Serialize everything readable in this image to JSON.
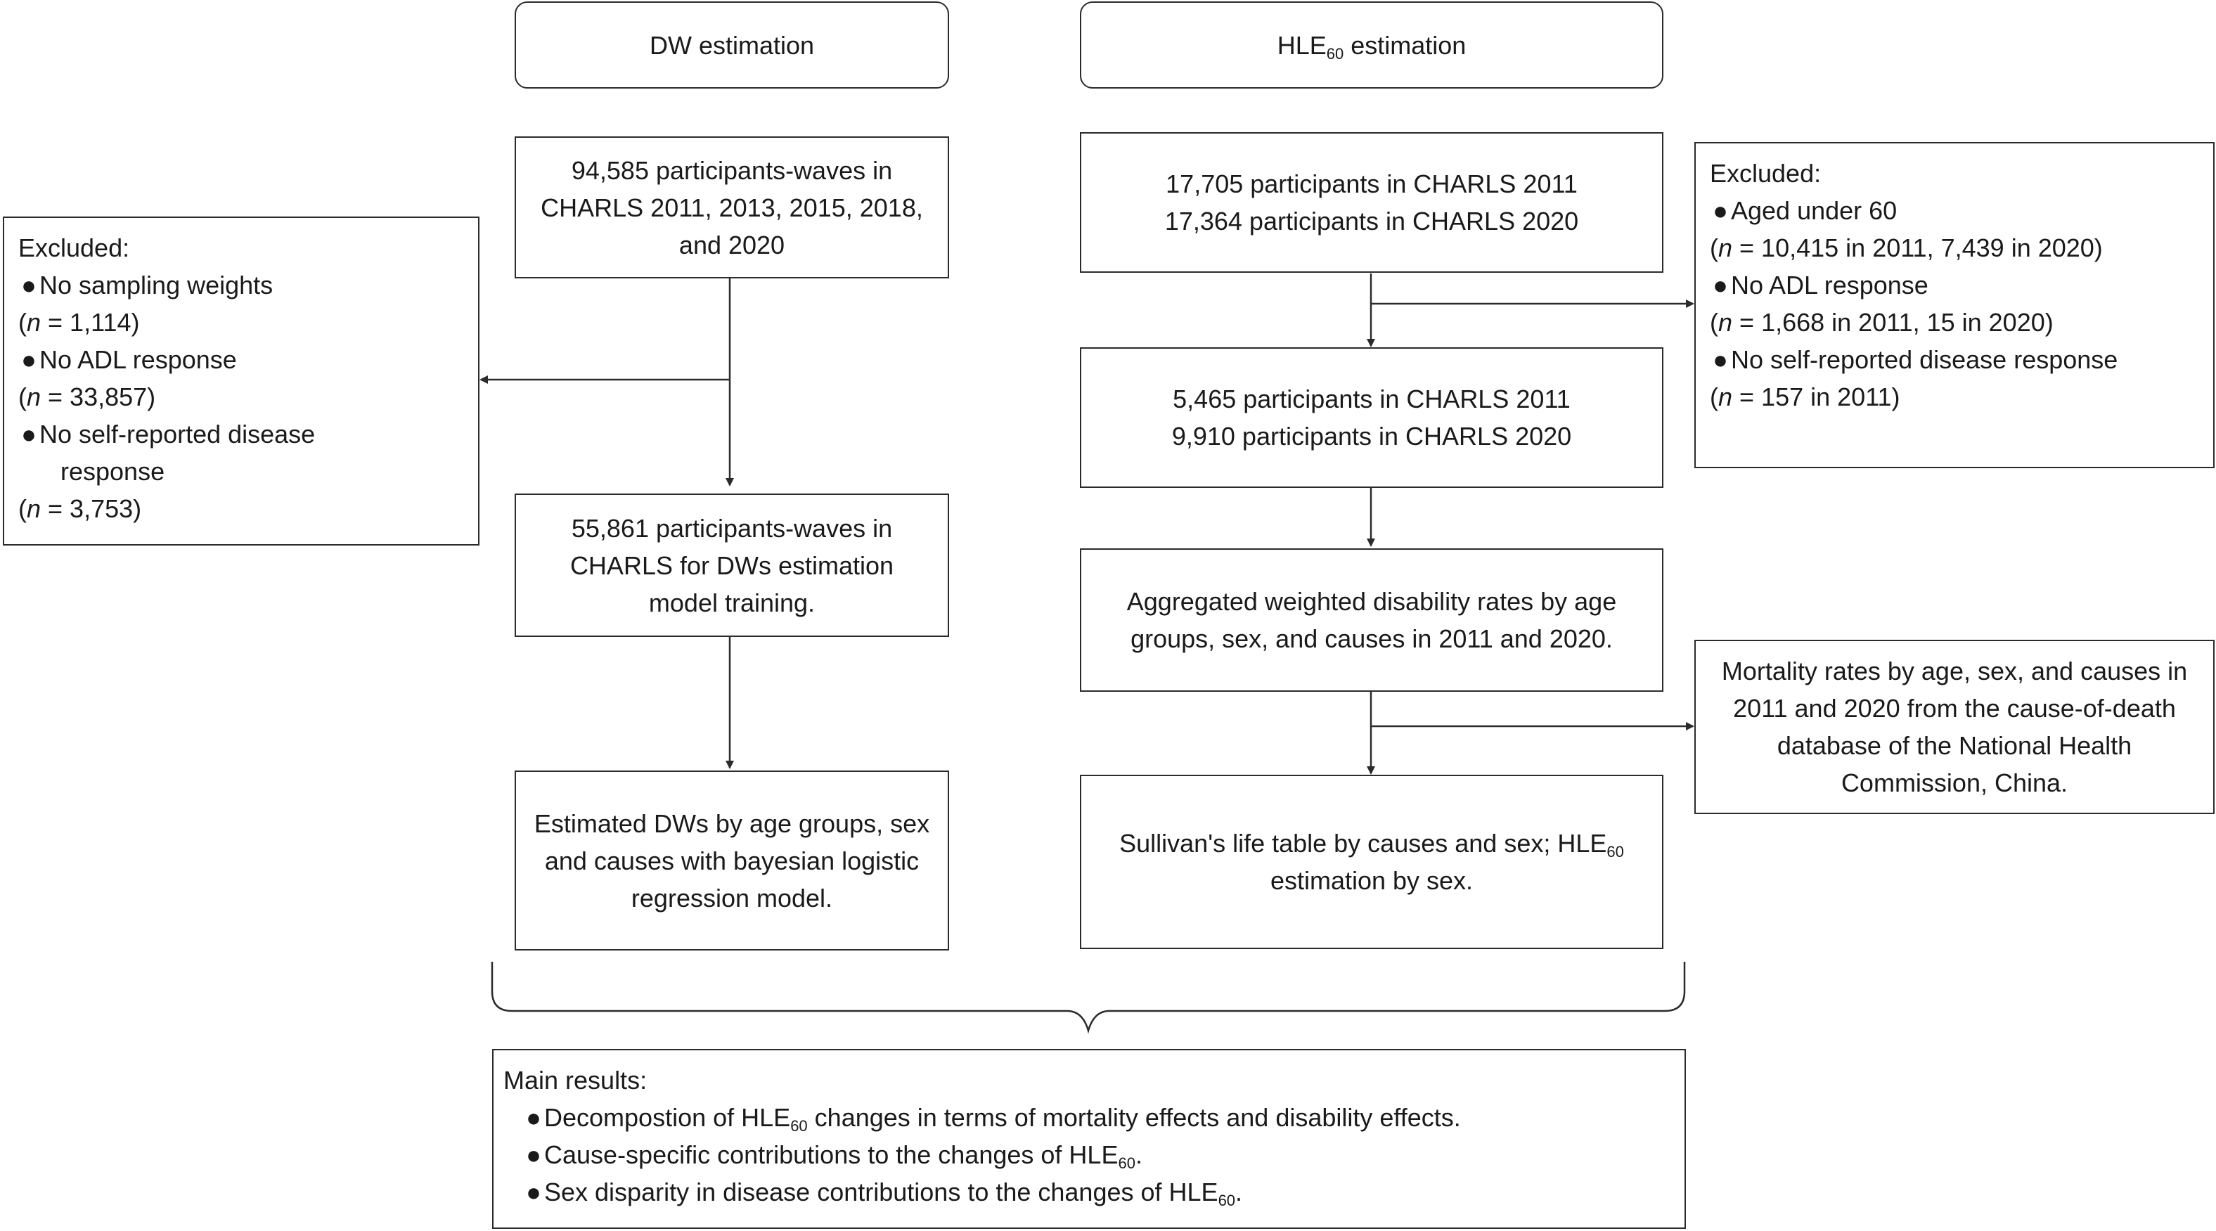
{
  "headers": {
    "dw": "DW estimation",
    "hle_prefix": "HLE",
    "hle_sub": "60",
    "hle_suffix": " estimation"
  },
  "dw_chain": {
    "box1": [
      "94,585 participants-waves in",
      "CHARLS 2011, 2013, 2015, 2018,",
      "and 2020"
    ],
    "box2": [
      "55,861 participants-waves in",
      "CHARLS for DWs estimation",
      "model training."
    ],
    "box3": [
      "Estimated DWs by age groups, sex",
      "and causes with bayesian logistic",
      "regression model."
    ]
  },
  "dw_excluded": {
    "title": "Excluded:",
    "items": [
      {
        "label": "No sampling weights",
        "n_prefix": "(",
        "n_italic": "n",
        "n_rest": " = 1,114)"
      },
      {
        "label": "No ADL response",
        "n_prefix": "(",
        "n_italic": "n",
        "n_rest": " = 33,857)"
      },
      {
        "label": "No self-reported disease",
        "label2": "response",
        "n_prefix": " (",
        "n_italic": "n",
        "n_rest": " = 3,753)"
      }
    ]
  },
  "hle_chain": {
    "box1": [
      "17,705 participants in CHARLS 2011",
      "17,364 participants in CHARLS 2020"
    ],
    "box2": [
      "5,465 participants in CHARLS 2011",
      "9,910 participants in CHARLS 2020"
    ],
    "box3": [
      "Aggregated weighted disability rates by age",
      "groups, sex, and causes in 2011 and 2020."
    ],
    "box4_line1_a": "Sullivan's life table by causes and sex; HLE",
    "box4_line1_sub": "60",
    "box4_line2": "estimation by sex."
  },
  "hle_excluded": {
    "title": "Excluded:",
    "items": [
      {
        "label": "Aged under 60",
        "n_italic": "n",
        "n_rest": " = 10,415 in 2011, 7,439 in 2020)"
      },
      {
        "label": "No ADL response",
        "n_italic": "n",
        "n_rest": " = 1,668 in 2011, 15 in 2020)"
      },
      {
        "label": "No self-reported disease response",
        "n_italic": "n",
        "n_rest": " = 157 in 2011)"
      }
    ]
  },
  "mortality": [
    "Mortality rates by age, sex, and causes in",
    "2011 and 2020 from the cause-of-death",
    "database of the National Health",
    "Commission, China."
  ],
  "main_results": {
    "title": "Main results:",
    "items": [
      {
        "a": "Decompostion of HLE",
        "sub": "60",
        "b": " changes in terms of mortality effects and disability effects."
      },
      {
        "a": "Cause-specific contributions to the changes of HLE",
        "sub": "60",
        "b": "."
      },
      {
        "a": "Sex disparity in disease contributions to the changes of HLE",
        "sub": "60",
        "b": "."
      }
    ]
  }
}
